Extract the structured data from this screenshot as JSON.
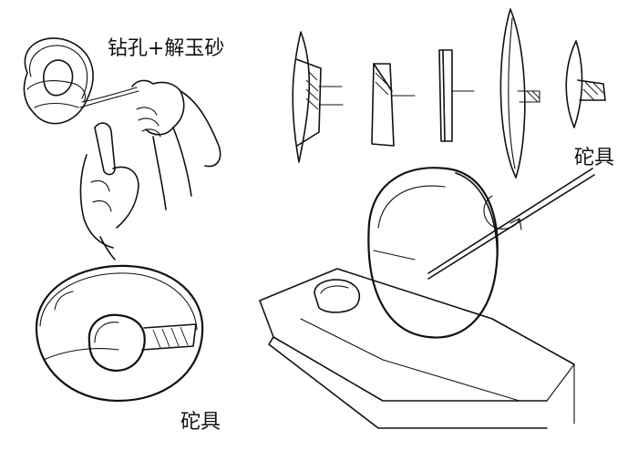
{
  "labels": {
    "drill_and_sand": "钻孔+解玉砂",
    "tool_right": "砣具",
    "tool_bottom": "砣具"
  },
  "colors": {
    "ink": "#111111",
    "paper": "#ffffff"
  }
}
